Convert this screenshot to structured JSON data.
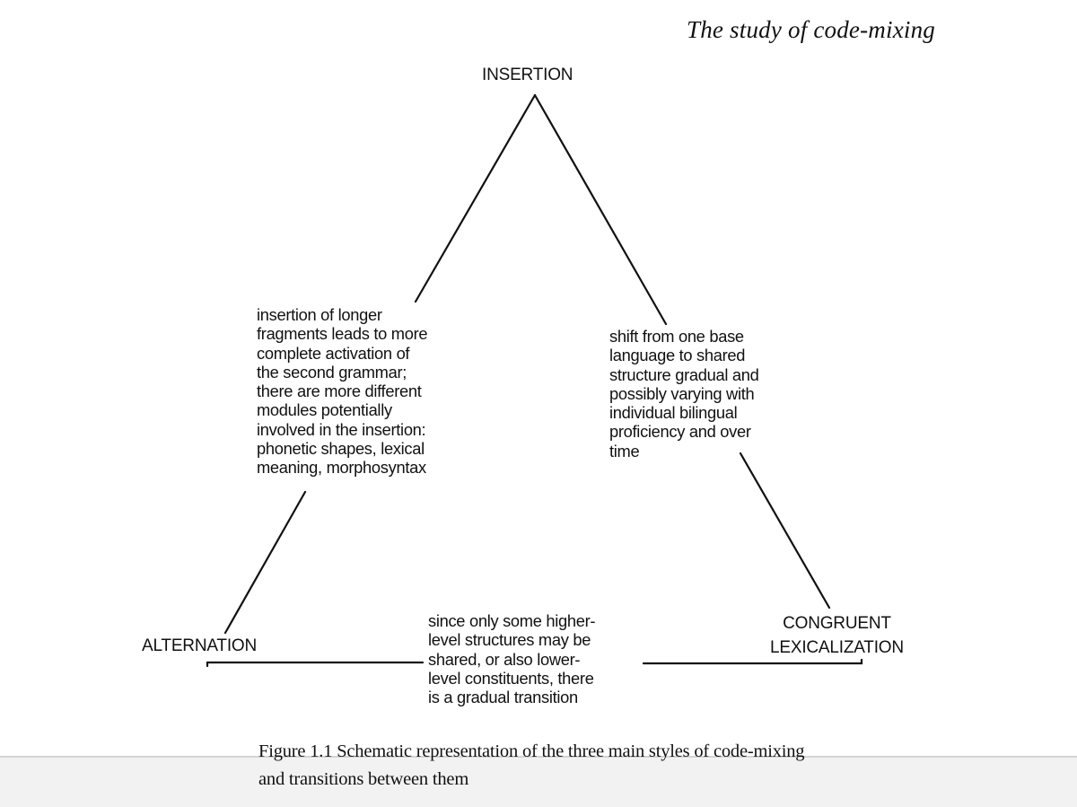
{
  "page": {
    "running_head": "The study of code-mixing"
  },
  "diagram": {
    "nodes": {
      "insertion": "INSERTION",
      "alternation": "ALTERNATION",
      "congruent_lexicalization": "CONGRUENT\nLEXICALIZATION"
    },
    "notes": {
      "insertion_to_alternation": "insertion of longer\nfragments leads to more\ncomplete activation of\nthe second grammar;\nthere are more different\nmodules potentially\ninvolved in the insertion:\nphonetic shapes, lexical\nmeaning, morphosyntax",
      "insertion_to_congruent": "shift from one base\nlanguage to shared\nstructure gradual and\npossibly varying with\nindividual bilingual\nproficiency and over\ntime",
      "alternation_to_congruent": "since only some higher-\nlevel structures may be\nshared, or also lower-\nlevel constituents, there\nis a gradual transition"
    }
  },
  "caption": {
    "text": "Figure 1.1  Schematic representation of the three main styles of code-mixing\nand transitions between them"
  }
}
